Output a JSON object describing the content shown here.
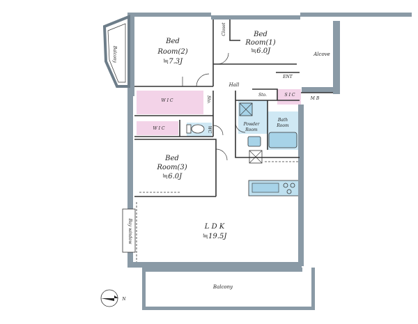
{
  "colors": {
    "wall": "#8a9aa6",
    "wall_dark": "#6d7d89",
    "line": "#333333",
    "closet_pink": "#f3d3e8",
    "wet_blue": "#cfe8f4",
    "tile_blue": "#a7d3e8",
    "kitchen_blue": "#bfe0ef",
    "background": "#ffffff"
  },
  "rooms": {
    "bed2": {
      "name": "Bed",
      "line2": "Room(2)",
      "size": "≒7.3J"
    },
    "bed1": {
      "name": "Bed",
      "line2": "Room(1)",
      "size": "≒6.0J"
    },
    "bed3": {
      "name": "Bed",
      "line2": "Room(3)",
      "size": "≒6.0J"
    },
    "ldk": {
      "name": "L D K",
      "size": "≒19.5J"
    }
  },
  "labels": {
    "closet": "Closet",
    "balcony_left": "Balcony",
    "alcove": "Alcove",
    "hall": "Hall",
    "ent": "ENT",
    "sto": "Sto.",
    "sic": "S I C",
    "mb": "M B",
    "wic_upper": "W I C",
    "sto_hall": "Sto.",
    "wic_lower": "W I C",
    "wc": "WC",
    "powder_line1": "Powder",
    "powder_line2": "Room",
    "bath_line1": "Bath",
    "bath_line2": "Room",
    "bay_window": "Bay window",
    "balcony_bottom": "Balcony",
    "compass_n": "N"
  }
}
